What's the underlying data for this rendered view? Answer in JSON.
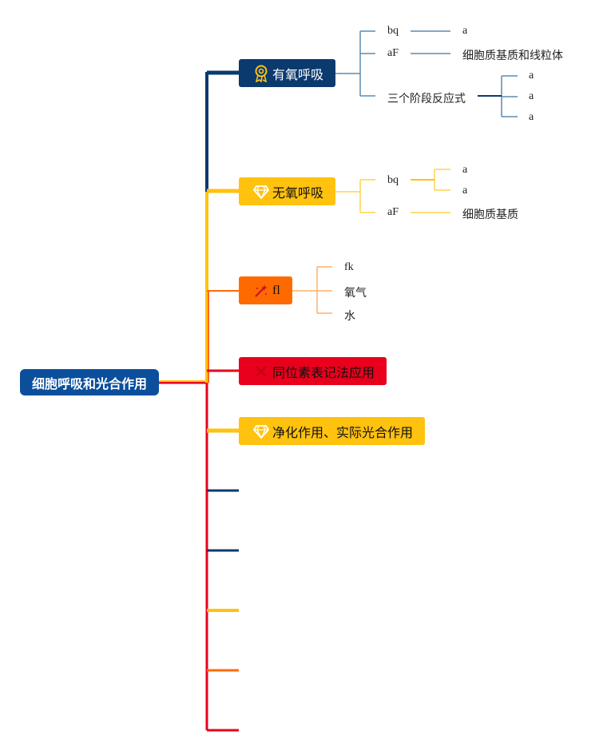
{
  "root": {
    "label": "细胞呼吸和光合作用"
  },
  "colors": {
    "navy": "#0b3a6e",
    "yellow": "#ffc20e",
    "orange": "#ff6a00",
    "red": "#e8001c",
    "root_bg": "#0b4f9c",
    "aerobic_sub": "#5b8bb0",
    "anaerobic_sub": "#ffd34d",
    "fl_sub": "#ffb066"
  },
  "branches": {
    "aerobic": {
      "label": "有氧呼吸",
      "icon": "award-ribbon-icon",
      "children": {
        "bq": {
          "label": "bq",
          "value": "a"
        },
        "af": {
          "label": "aF",
          "value": "细胞质基质和线粒体"
        },
        "stages": {
          "label": "三个阶段反应式",
          "values": [
            "a",
            "a",
            "a"
          ]
        }
      }
    },
    "anaerobic": {
      "label": "无氧呼吸",
      "icon": "diamond-icon",
      "children": {
        "bq": {
          "label": "bq",
          "values": [
            "a",
            "a"
          ]
        },
        "af": {
          "label": "aF",
          "value": "细胞质基质"
        }
      }
    },
    "fl": {
      "label": "fl",
      "icon": "magic-wand-icon",
      "children": [
        "fk",
        "氧气",
        "水"
      ]
    },
    "isotope": {
      "label": "同位素表记法应用",
      "icon": "tools-icon"
    },
    "purify": {
      "label": "净化作用、实际光合作用",
      "icon": "diamond-icon"
    }
  }
}
